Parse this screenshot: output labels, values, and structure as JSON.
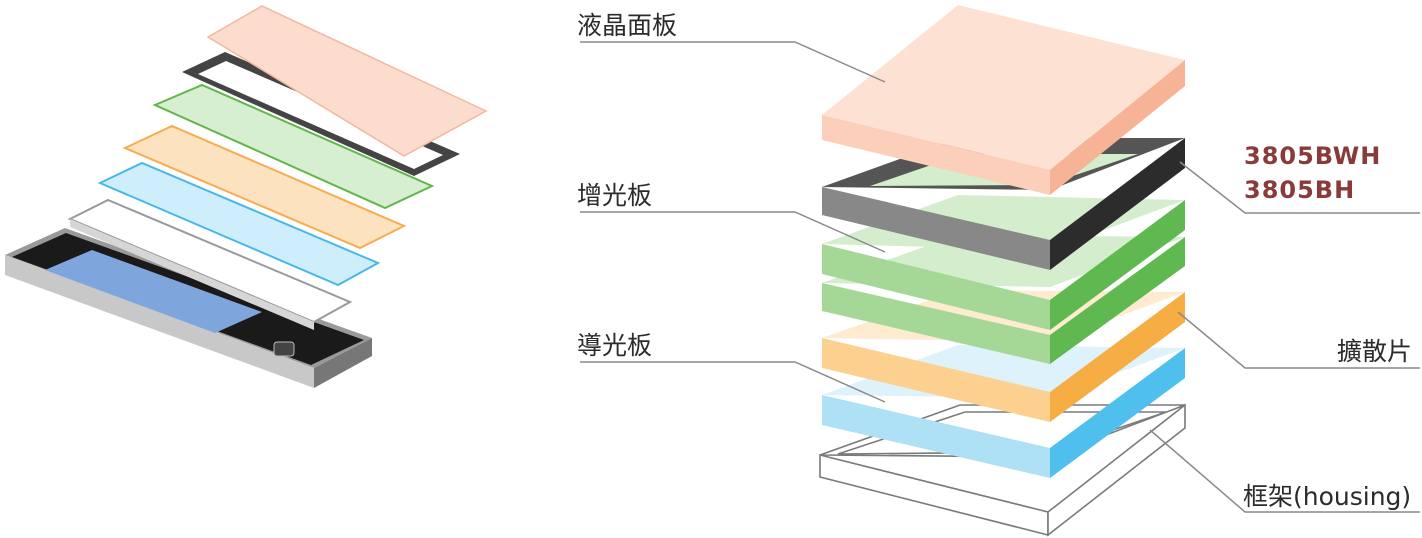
{
  "labels": {
    "lcd_panel": "液晶面板",
    "brightness_film": "增光板",
    "light_guide": "導光板",
    "diffuser": "擴散片",
    "housing": "框架(housing)"
  },
  "models": {
    "line1": "3805BWH",
    "line2": "3805BH"
  },
  "colors": {
    "lcd": "#fbd9c9",
    "frame": "#3a3a3a",
    "brightness": "#9fd28f",
    "diffuser": "#fbc987",
    "guide": "#bde6f7",
    "model_text": "#8a3a3a"
  }
}
